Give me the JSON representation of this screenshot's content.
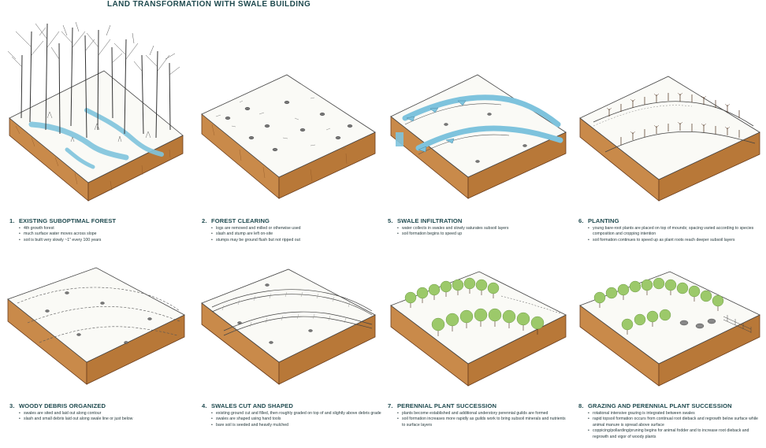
{
  "title": "LAND TRANSFORMATION WITH SWALE BUILDING",
  "panels": [
    {
      "number": "1.",
      "heading": "EXISTING SUBOPTIMAL FOREST",
      "bullets": [
        "4th growth forest",
        "much surface water moves across slope",
        "soil is built very slowly ~1\" every 100 years"
      ]
    },
    {
      "number": "2.",
      "heading": "FOREST CLEARING",
      "bullets": [
        "logs are removed and milled or otherwise used",
        "slash and stump are left on-site",
        "stumps may be ground flush but not ripped out"
      ]
    },
    {
      "number": "5.",
      "heading": "SWALE INFILTRATION",
      "bullets": [
        "water collects in swales and slowly saturates subsoil layers",
        "soil formation begins to speed up"
      ]
    },
    {
      "number": "6.",
      "heading": "PLANTING",
      "bullets": [
        "young bare-root plants are placed on top of mounds; spacing varied according to species composition and cropping intention",
        "soil formation continues to speed up as plant roots reach deeper subsoil layers"
      ]
    },
    {
      "number": "3.",
      "heading": "WOODY DEBRIS ORGANIZED",
      "bullets": [
        "swales are sited and laid out along contour",
        "slash and small debris laid out along swale line or just below"
      ]
    },
    {
      "number": "4.",
      "heading": "SWALES CUT AND SHAPED",
      "bullets": [
        "existing ground cut and filled, then roughly graded on top of and slightly above debris grade",
        "swales are shaped using hand tools",
        "bare soil is seeded and heavily mulched"
      ]
    },
    {
      "number": "7.",
      "heading": "PERENNIAL PLANT SUCCESSION",
      "bullets": [
        "plants become established and additional understory perennial guilds are formed",
        "soil formation increases more rapidly as guilds work to bring subsoil minerals and nutrients to surface layers"
      ]
    },
    {
      "number": "8.",
      "heading": "GRAZING AND PERENNIAL PLANT SUCCESSION",
      "bullets": [
        "rotational intensive grazing is integrated between swales",
        "rapid topsoil formation occurs from continual root dieback and regrowth below surface while animal manure is spread above surface",
        "coppicing/pollarding/pruning begins for animal fodder and to increase root dieback and regrowth and vigor of woody plants"
      ]
    }
  ],
  "colors": {
    "text": "#1f4a4f",
    "soil": "#c98a4a",
    "soil_dark": "#9a5c2a",
    "water": "#7ec3dd",
    "foliage": "#9cc96a"
  }
}
